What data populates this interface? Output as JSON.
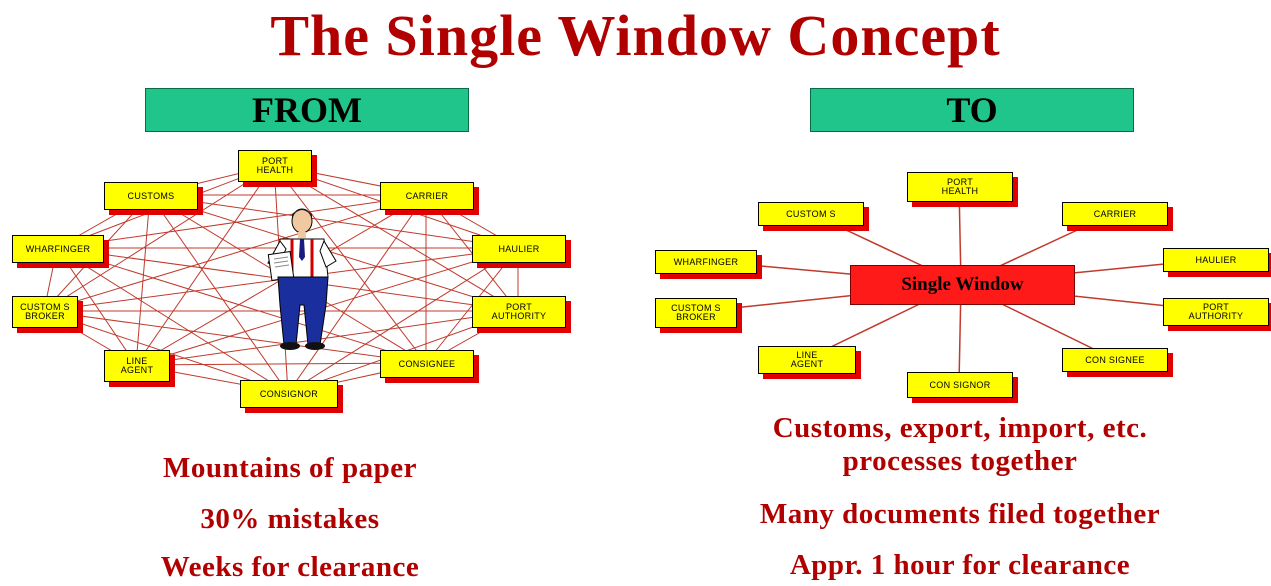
{
  "title": "The Single Window Concept",
  "from": {
    "banner": "FROM",
    "nodes": [
      {
        "id": "port-health",
        "label": "PORT\nHEALTH"
      },
      {
        "id": "carrier",
        "label": "CARRIER"
      },
      {
        "id": "haulier",
        "label": "HAULIER"
      },
      {
        "id": "port-authority",
        "label": "PORT\nAUTHORITY"
      },
      {
        "id": "consignee",
        "label": "CONSIGNEE"
      },
      {
        "id": "consignor",
        "label": "CONSIGNOR"
      },
      {
        "id": "line-agent",
        "label": "LINE\nAGENT"
      },
      {
        "id": "customs-broker",
        "label": "CUSTOM S\nBROKER"
      },
      {
        "id": "wharfinger",
        "label": "WHARFINGER"
      },
      {
        "id": "customs",
        "label": "CUSTOMS"
      }
    ],
    "captions": [
      "Mountains of paper",
      "30% mistakes",
      "Weeks for clearance"
    ]
  },
  "to": {
    "banner": "TO",
    "hub": "Single Window",
    "nodes": [
      {
        "id": "port-health",
        "label": "PORT\nHEALTH"
      },
      {
        "id": "carrier",
        "label": "CARRIER"
      },
      {
        "id": "haulier",
        "label": "HAULIER"
      },
      {
        "id": "port-authority",
        "label": "PORT\nAUTHORITY"
      },
      {
        "id": "consignee",
        "label": "CON SIGNEE"
      },
      {
        "id": "consignor",
        "label": "CON SIGNOR"
      },
      {
        "id": "line-agent",
        "label": "LINE\nAGENT"
      },
      {
        "id": "customs-broker",
        "label": "CUSTOM S\nBROKER"
      },
      {
        "id": "wharfinger",
        "label": "WHARFINGER"
      },
      {
        "id": "customs",
        "label": "CUSTOM S"
      }
    ],
    "captions": [
      "Customs, export, import, etc.",
      "processes together",
      "Many documents filed together",
      "Appr. 1 hour for clearance"
    ]
  },
  "colors": {
    "title": "#b00000",
    "banner": "#1fc58a",
    "node_fill": "#ffff00",
    "node_shadow": "#e00000",
    "hub_fill": "#ff1a1a",
    "line": "#c0392b"
  }
}
